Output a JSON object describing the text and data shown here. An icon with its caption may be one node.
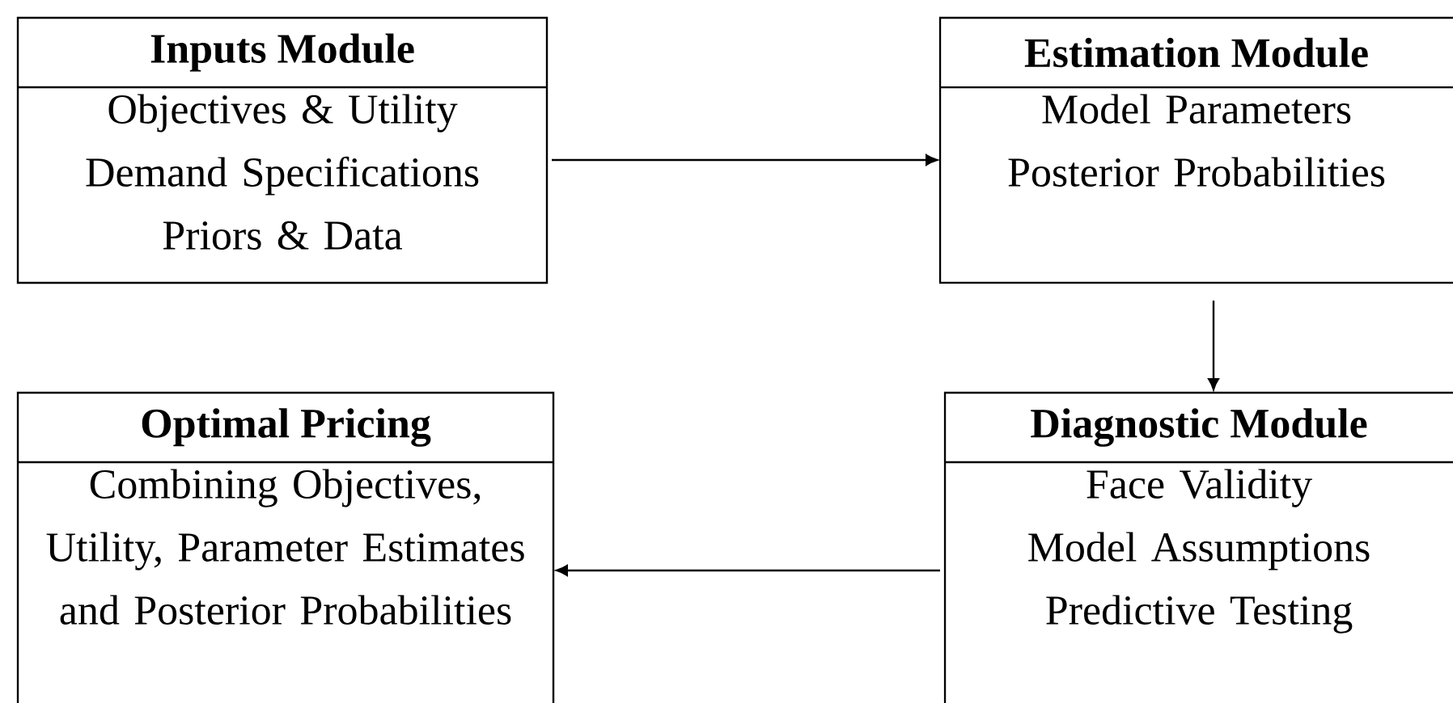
{
  "diagram": {
    "nodes": [
      {
        "text": [
          "Inputs Module",
          "Objectives & Utility",
          "Demand Specifications",
          "Priors & Data"
        ]
      },
      {
        "text": [
          "Estimation Module",
          "Model Parameters",
          "Posterior Probabilities"
        ]
      },
      {
        "text": [
          "Optimal Pricing",
          "Combining Objectives, Utility, Parameter Estimates and Posterior Probabilities"
        ]
      },
      {
        "text": [
          "Diagnostic Module",
          "Face Validity",
          "Model Assumptions",
          "Predictive Testing"
        ]
      }
    ],
    "edges": [
      {
        "from": 0,
        "to": 1,
        "arrow": "to"
      },
      {
        "from": 1,
        "to": 3,
        "arrow": "to"
      },
      {
        "from": 3,
        "to": 2,
        "arrow": "to"
      }
    ]
  }
}
